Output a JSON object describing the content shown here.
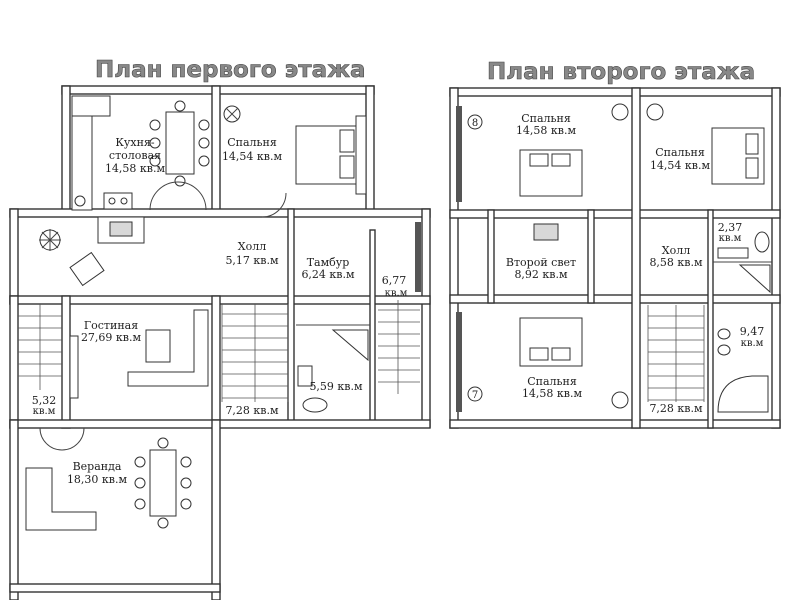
{
  "floor1": {
    "title": "План первого этажа",
    "rooms": {
      "kitchen": {
        "name1": "Кухня-",
        "name2": "столовая",
        "area": "14,58 кв.м"
      },
      "bedroom": {
        "name": "Спальня",
        "area": "14,54 кв.м"
      },
      "hall": {
        "name": "Холл",
        "area": "5,17 кв.м"
      },
      "tambour": {
        "name": "Тамбур",
        "area": "6,24 кв.м"
      },
      "side_room": {
        "area1": "6,77",
        "area2": "кв.м"
      },
      "living": {
        "name": "Гостиная",
        "area": "27,69 кв.м"
      },
      "left_room": {
        "area1": "5,32",
        "area2": "кв.м"
      },
      "bath": {
        "area": "5,59 кв.м"
      },
      "stairs": {
        "area": "7,28 кв.м"
      },
      "veranda": {
        "name": "Веранда",
        "area": "18,30 кв.м"
      }
    }
  },
  "floor2": {
    "title": "План второго этажа",
    "rooms": {
      "bedroom_tl": {
        "name": "Спальня",
        "area": "14,58 кв.м"
      },
      "bedroom_tr": {
        "name": "Спальня",
        "area": "14,54 кв.м"
      },
      "second_light": {
        "name": "Второй свет",
        "area": "8,92 кв.м"
      },
      "hall": {
        "name": "Холл",
        "area": "8,58 кв.м"
      },
      "wc": {
        "area1": "2,37",
        "area2": "кв.м"
      },
      "bath": {
        "area1": "9,47",
        "area2": "кв.м"
      },
      "bedroom_bl": {
        "name": "Спальня",
        "area": "14,58 кв.м"
      },
      "stairs": {
        "area": "7,28 кв.м"
      }
    },
    "markers": {
      "top": "8",
      "bottom": "7"
    }
  }
}
